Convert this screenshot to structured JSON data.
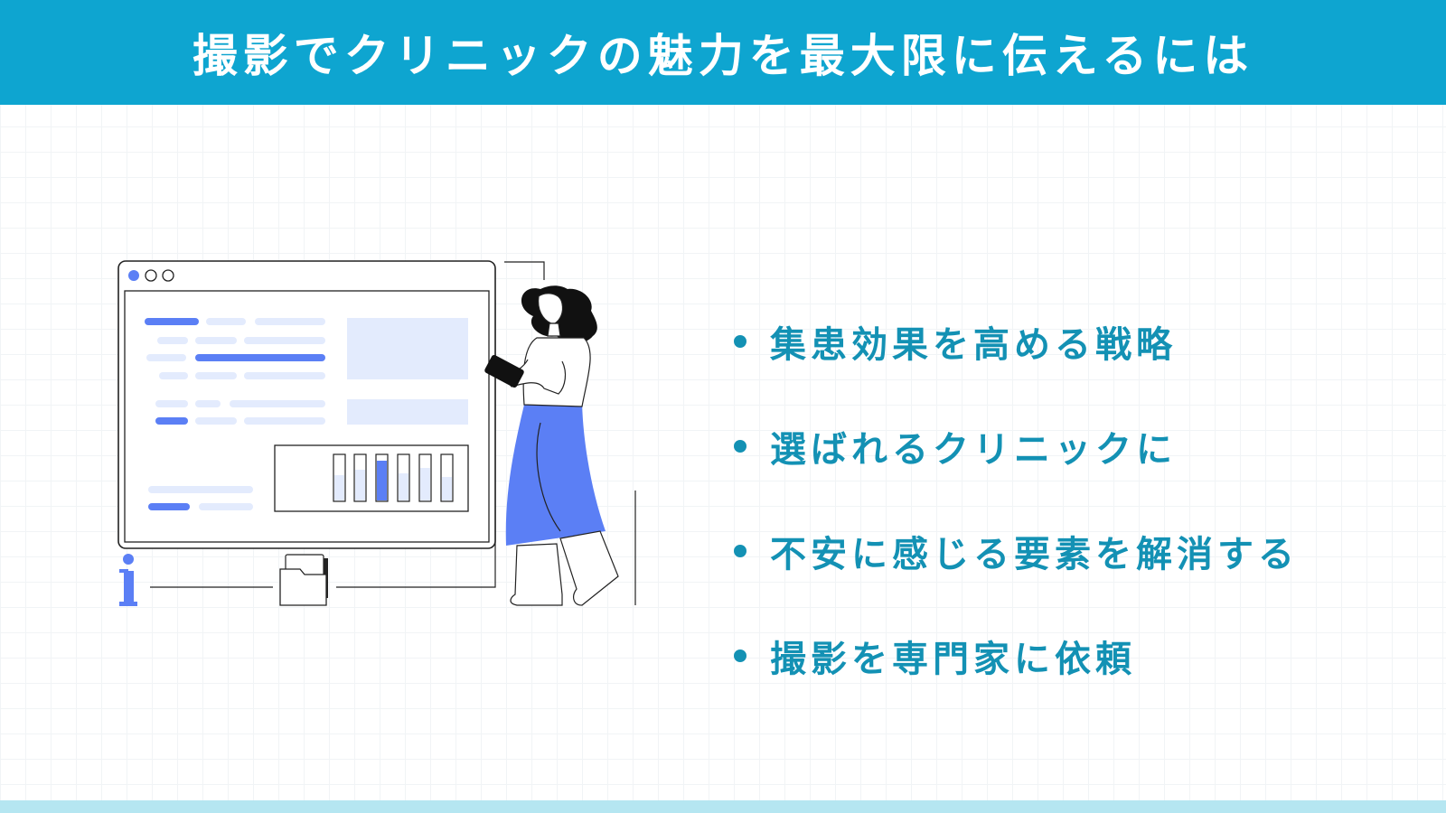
{
  "header": {
    "title": "撮影でクリニックの魅力を最大限に伝えるには"
  },
  "bullets": [
    {
      "text": "集患効果を高める戦略"
    },
    {
      "text": "選ばれるクリニックに"
    },
    {
      "text": "不安に感じる要素を解消する"
    },
    {
      "text": "撮影を専門家に依頼"
    }
  ],
  "illustration": {
    "info_glyph": "i",
    "icons": [
      "browser-window-icon",
      "document-folder-icon",
      "info-icon",
      "woman-with-tablet-icon"
    ]
  },
  "colors": {
    "header_bg": "#0ea5d0",
    "bullet_text": "#1391b4",
    "accent_blue": "#5b7ff5",
    "light_blue": "#e3ebfd",
    "footer_bar": "#b5e6f1"
  }
}
